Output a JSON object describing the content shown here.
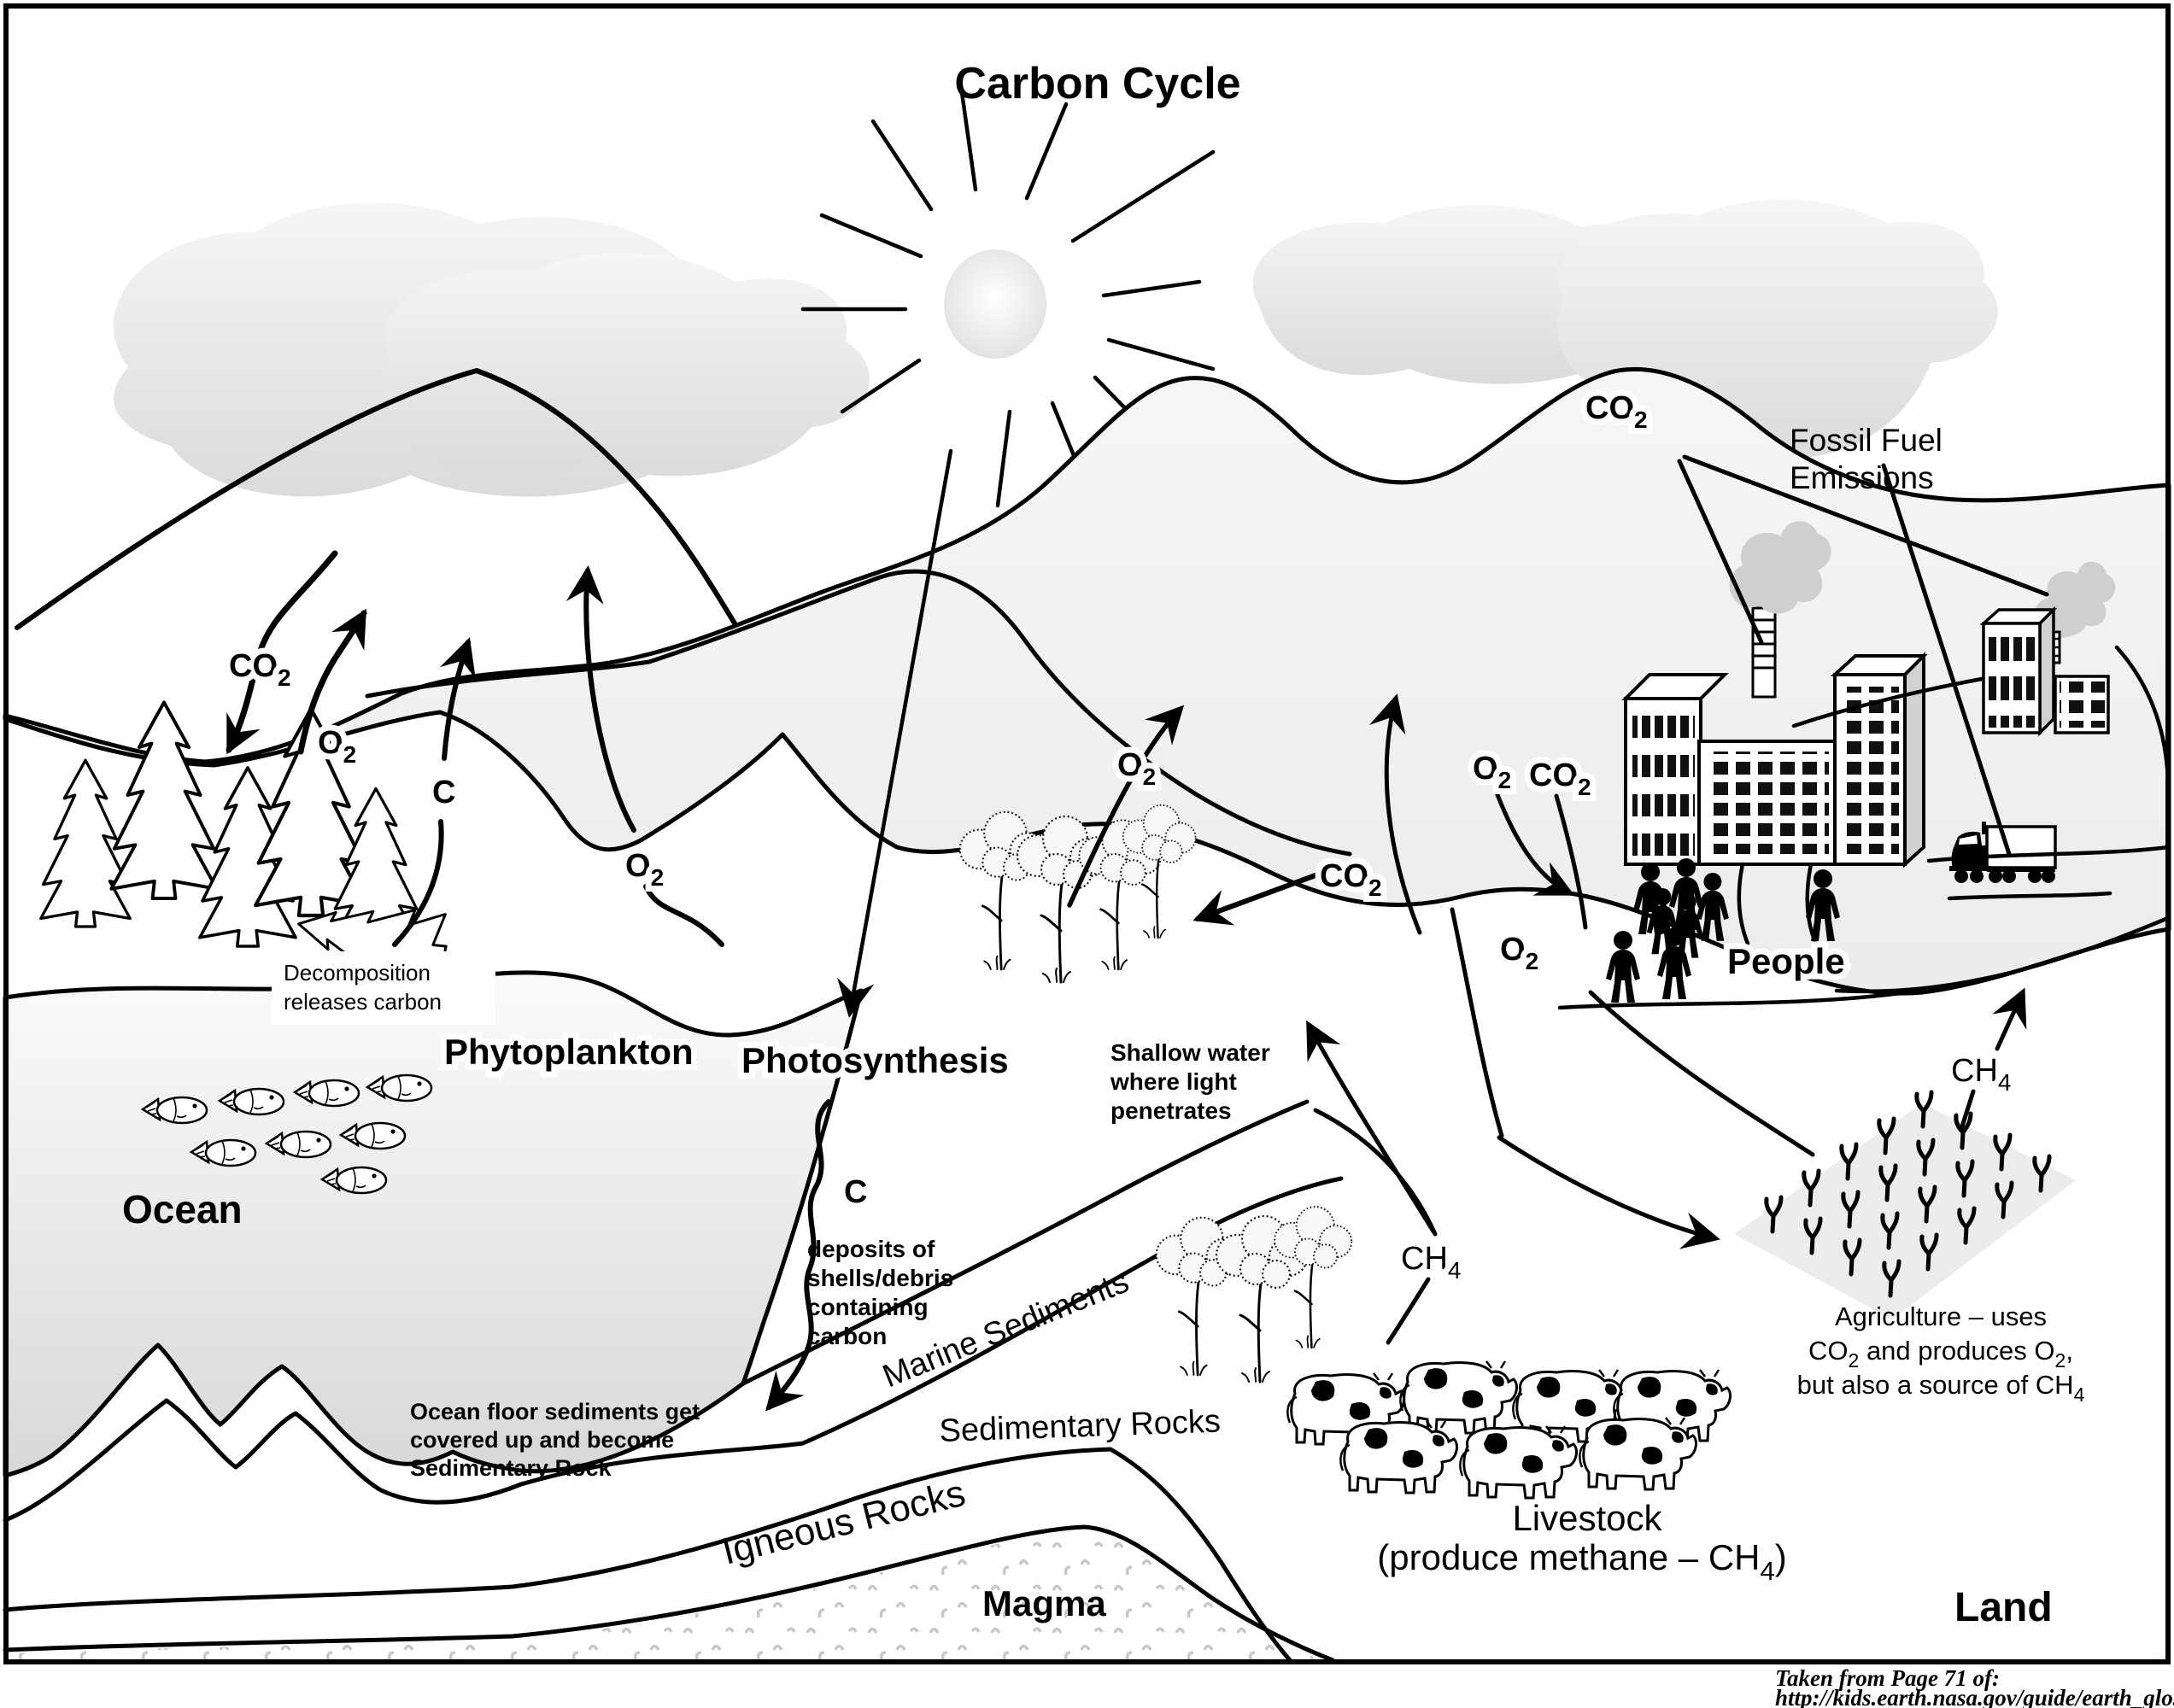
{
  "title": "Carbon Cycle",
  "gas": {
    "co2": {
      "main": "CO",
      "sub": "2"
    },
    "o2": {
      "main": "O",
      "sub": "2"
    },
    "ch4": {
      "main": "CH",
      "sub": "4"
    },
    "c": {
      "main": "C"
    }
  },
  "labels": {
    "decomposition": {
      "line1": "Decomposition",
      "line2": "releases carbon"
    },
    "phytoplankton": "Phytoplankton",
    "photosynthesis": "Photosynthesis",
    "shallow": {
      "line1": "Shallow water",
      "line2": "where light",
      "line3": "penetrates"
    },
    "ocean": "Ocean",
    "deposits": {
      "line1": "deposits of",
      "line2": "shells/debris",
      "line3": "containing",
      "line4": "carbon"
    },
    "oceanfloor": {
      "line1": "Ocean floor sediments get",
      "line2": "covered up and become",
      "line3": "Sedimentary Rock"
    },
    "marine": "Marine Sediments",
    "sedrocks": "Sedimentary Rocks",
    "igneous": "Igneous Rocks",
    "magma": "Magma",
    "livestock": {
      "line1": "Livestock",
      "line2a": "(produce methane – CH",
      "line2sub": "4",
      "line2b": ")"
    },
    "land": "Land",
    "people": "People",
    "fossil": {
      "line1": "Fossil Fuel",
      "line2": "Emissions"
    },
    "agriculture": {
      "line1": "Agriculture – uses",
      "line2a": "CO",
      "line2asub": "2",
      "line2b": "  and produces O",
      "line2bsub": "2",
      "line2c": ",",
      "line3a": "but also a source of CH",
      "line3sub": "4"
    }
  },
  "attribution": {
    "line1": "Taken from Page 71 of:",
    "line2": "http://kids.earth.nasa.gov/guide/earth_glossary.pdf"
  },
  "colors": {
    "ink": "#000000",
    "terrain": "#f3f3f3",
    "ocean_top": "#fbfbfb",
    "ocean_bottom": "#d8d8d8",
    "cloud": "#e6e6e6",
    "smoke": "#cfcfcf",
    "field": "#ececec",
    "magma_speck": "#c8c8c8"
  }
}
